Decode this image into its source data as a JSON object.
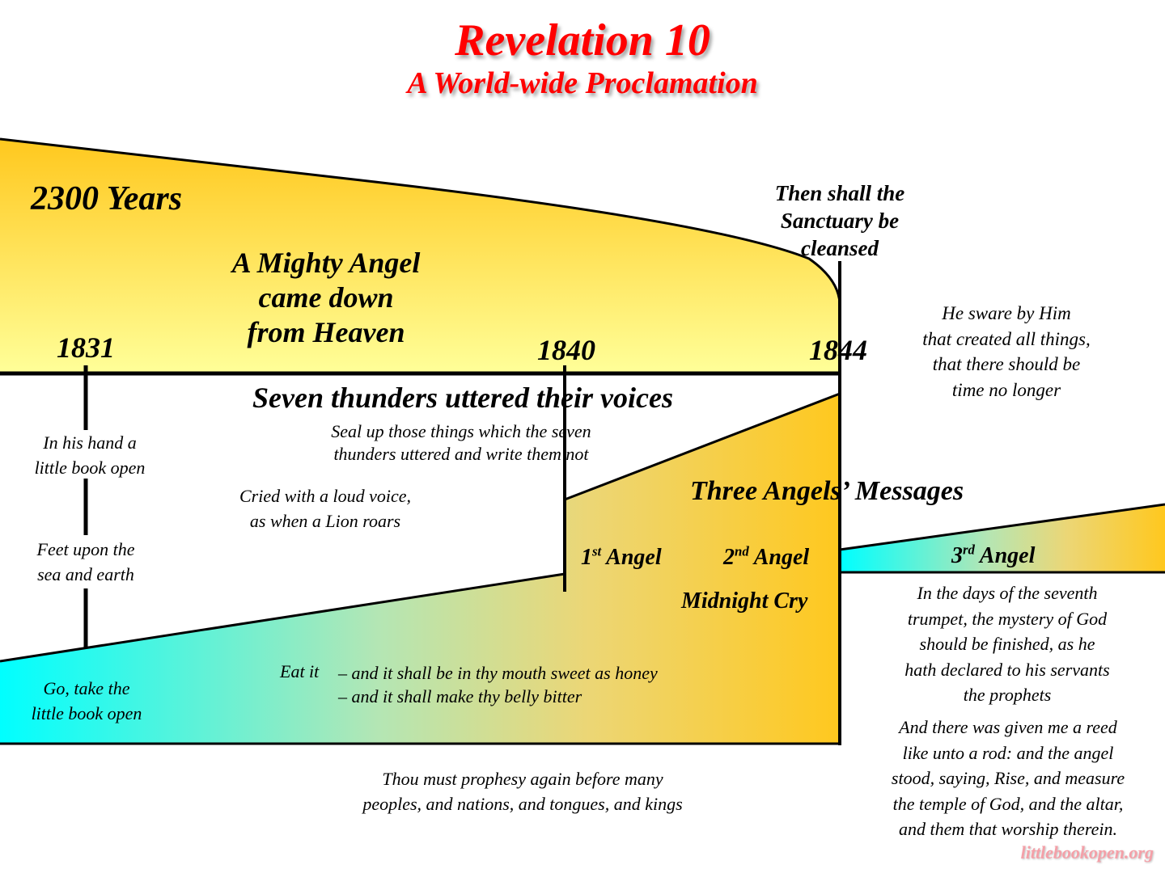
{
  "title": {
    "main": "Revelation 10",
    "subtitle": "A World-wide Proclamation",
    "color": "#ff0000"
  },
  "colors": {
    "gold": "#ffc81e",
    "pale_yellow": "#ffff99",
    "cyan": "#00ffff",
    "line": "#000000"
  },
  "timeline": {
    "period_label": "2300 Years",
    "years": [
      "1831",
      "1840",
      "1844"
    ],
    "mighty_angel": [
      "A Mighty Angel",
      "came down",
      "from Heaven"
    ],
    "sanctuary": [
      "Then shall the",
      "Sanctuary be",
      "cleansed"
    ],
    "seven_thunders": "Seven thunders uttered their voices",
    "seal_up": [
      "Seal up those things which the seven",
      "thunders uttered and write them not"
    ],
    "cried": [
      "Cried with a loud voice,",
      "as when a Lion roars"
    ],
    "in_his_hand": [
      "In his hand a",
      "little book open"
    ],
    "feet": [
      "Feet upon the",
      "sea and earth"
    ],
    "go_take": [
      "Go, take the",
      "little book open"
    ],
    "eat_it": {
      "lead": "Eat it",
      "lines": [
        "– and it shall be in thy mouth sweet as honey",
        "– and it shall make thy belly bitter"
      ]
    },
    "prophesy": [
      "Thou must prophesy again before many",
      "peoples, and nations, and tongues, and kings"
    ],
    "three_angels": "Three Angels’ Messages",
    "angels": [
      {
        "num": "1",
        "suffix": "st",
        "label": "Angel"
      },
      {
        "num": "2",
        "suffix": "nd",
        "label": "Angel"
      },
      {
        "num": "3",
        "suffix": "rd",
        "label": "Angel"
      }
    ],
    "midnight_cry": "Midnight Cry",
    "he_sware": [
      "He sware by Him",
      "that created all things,",
      "that there should be",
      "time no longer"
    ],
    "seventh_trumpet": [
      "In the days of the seventh",
      "trumpet, the mystery of God",
      "should be finished, as he",
      "hath declared to his servants",
      "the prophets"
    ],
    "reed": [
      "And there was given me a reed",
      "like unto a rod: and the angel",
      "stood, saying, Rise, and measure",
      "the temple of God, and the altar,",
      "and them that worship therein."
    ]
  },
  "watermark": "littlebookopen.org"
}
